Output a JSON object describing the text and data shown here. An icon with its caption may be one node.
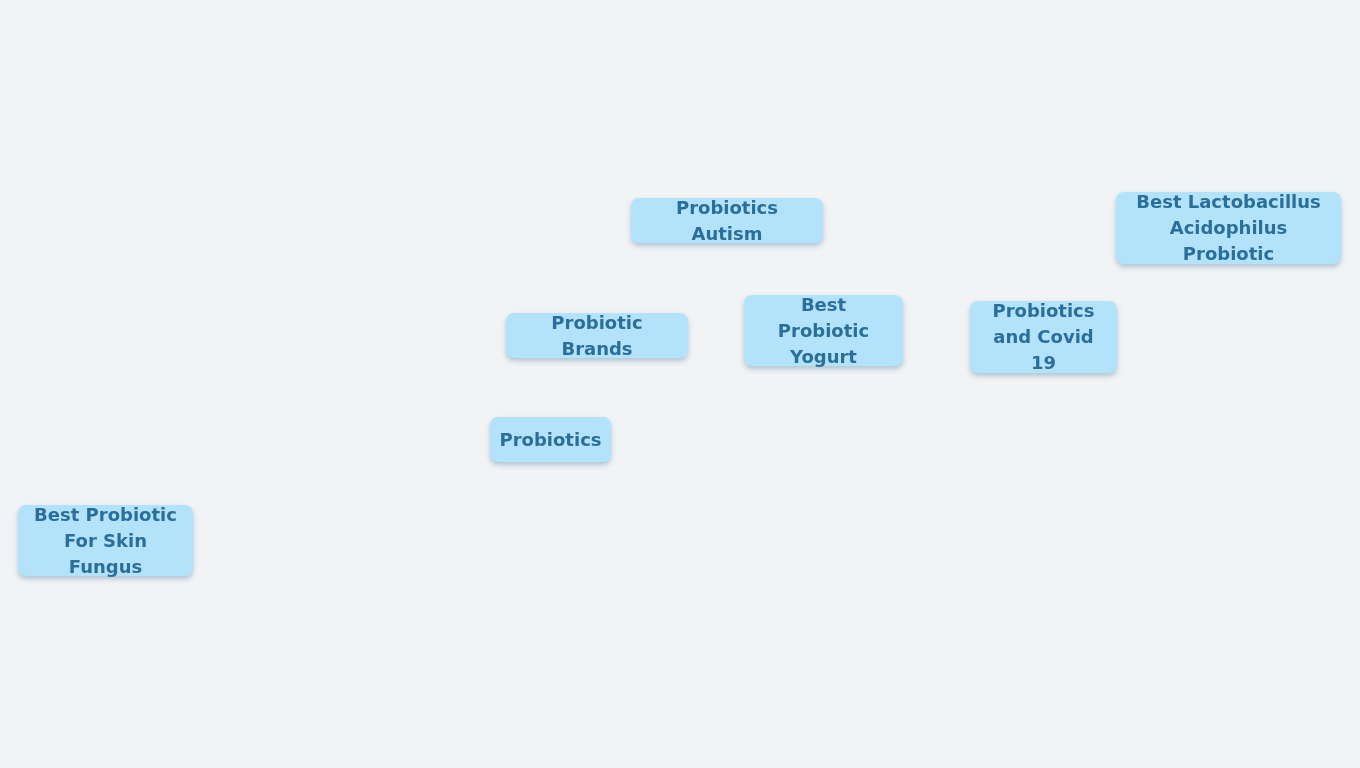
{
  "diagram": {
    "nodes": [
      {
        "text": [
          "Best Lactobacillus Acidophilus Probiotic"
        ]
      },
      {
        "text": [
          "Probiotics Autism"
        ]
      },
      {
        "text": [
          "Best Probiotic Yogurt"
        ]
      },
      {
        "text": [
          "Probiotics and Covid 19"
        ]
      },
      {
        "text": [
          "Probiotic Brands"
        ]
      },
      {
        "text": [
          "Probiotics"
        ]
      },
      {
        "text": [
          "Best Probiotic For Skin Fungus"
        ]
      }
    ]
  }
}
